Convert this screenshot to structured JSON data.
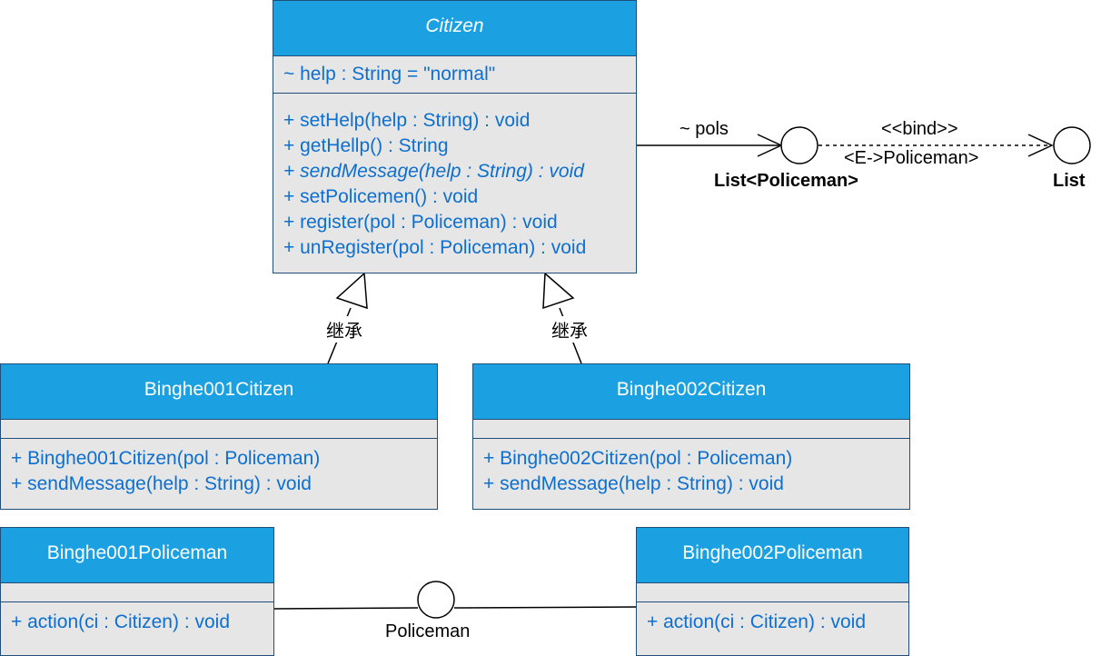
{
  "citizen": {
    "name": "Citizen",
    "attributes": [
      "~ help : String = \"normal\""
    ],
    "methods": [
      "+ setHelp(help : String) : void",
      "+ getHellp() : String",
      "+ sendMessage(help : String) : void",
      "+ setPolicemen() : void",
      "+ register(pol : Policeman) : void",
      "+ unRegister(pol : Policeman) : void"
    ]
  },
  "binghe001citizen": {
    "name": "Binghe001Citizen",
    "methods": [
      "+ Binghe001Citizen(pol : Policeman)",
      "+ sendMessage(help : String) : void"
    ]
  },
  "binghe002citizen": {
    "name": "Binghe002Citizen",
    "methods": [
      "+ Binghe002Citizen(pol : Policeman)",
      "+ sendMessage(help : String) : void"
    ]
  },
  "binghe001policeman": {
    "name": "Binghe001Policeman",
    "methods": [
      "+ action(ci : Citizen) : void"
    ]
  },
  "binghe002policeman": {
    "name": "Binghe002Policeman",
    "methods": [
      "+ action(ci : Citizen) : void"
    ]
  },
  "relations": {
    "inherit_left": "继承",
    "inherit_right": "继承",
    "pols_label": "~ pols",
    "bind_label": "<<bind>>",
    "bind_param": "<E->Policeman>",
    "list_policeman": "List<Policeman>",
    "list": "List",
    "policeman_interface": "Policeman"
  },
  "colors": {
    "header_fill": "#1ba1e2",
    "body_fill": "#e6e6e6",
    "member_text": "#0d6fcf",
    "border": "#1f4e79"
  }
}
